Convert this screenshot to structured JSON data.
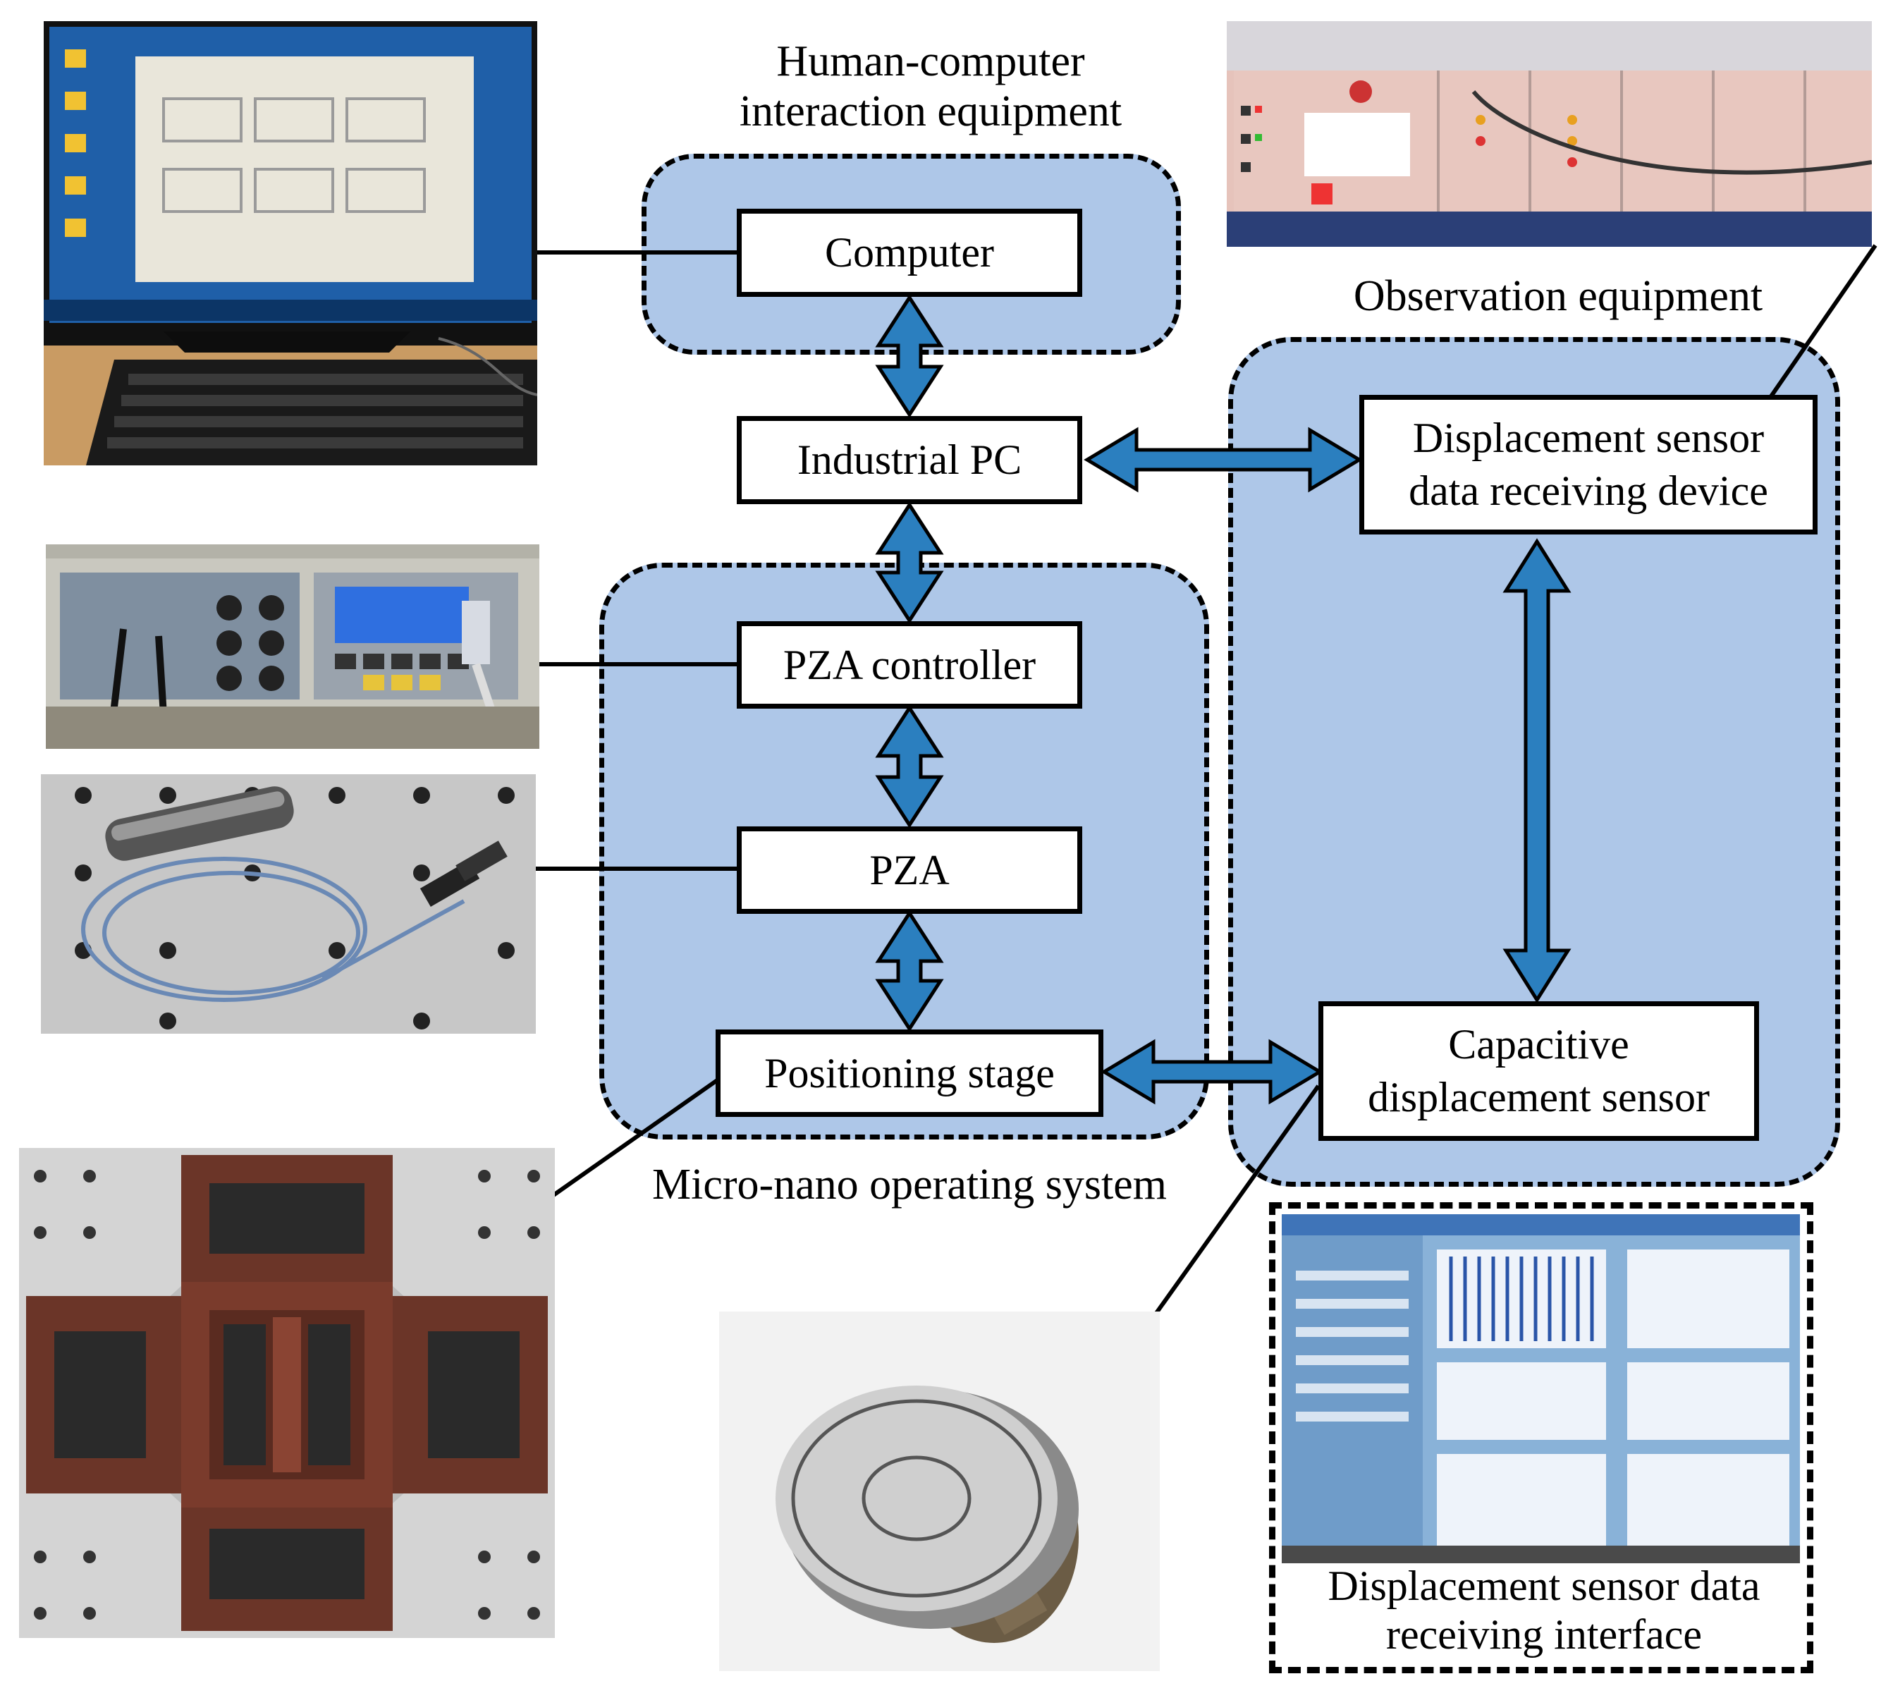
{
  "groups": {
    "hci": "Human-computer interaction equipment",
    "observation": "Observation equipment",
    "micro_nano": "Micro-nano operating system"
  },
  "boxes": {
    "computer": "Computer",
    "industrial_pc": "Industrial PC",
    "pza_controller": "PZA controller",
    "pza": "PZA",
    "positioning_stage": "Positioning stage",
    "sensor_device": "Displacement sensor data receiving device",
    "capacitive_sensor": "Capacitive displacement sensor"
  },
  "captions": {
    "sensor_interface": "Displacement sensor data receiving interface"
  },
  "colors": {
    "region_fill": "#aec7e8",
    "arrow_fill": "#2b7fbf",
    "outline": "#000000"
  }
}
